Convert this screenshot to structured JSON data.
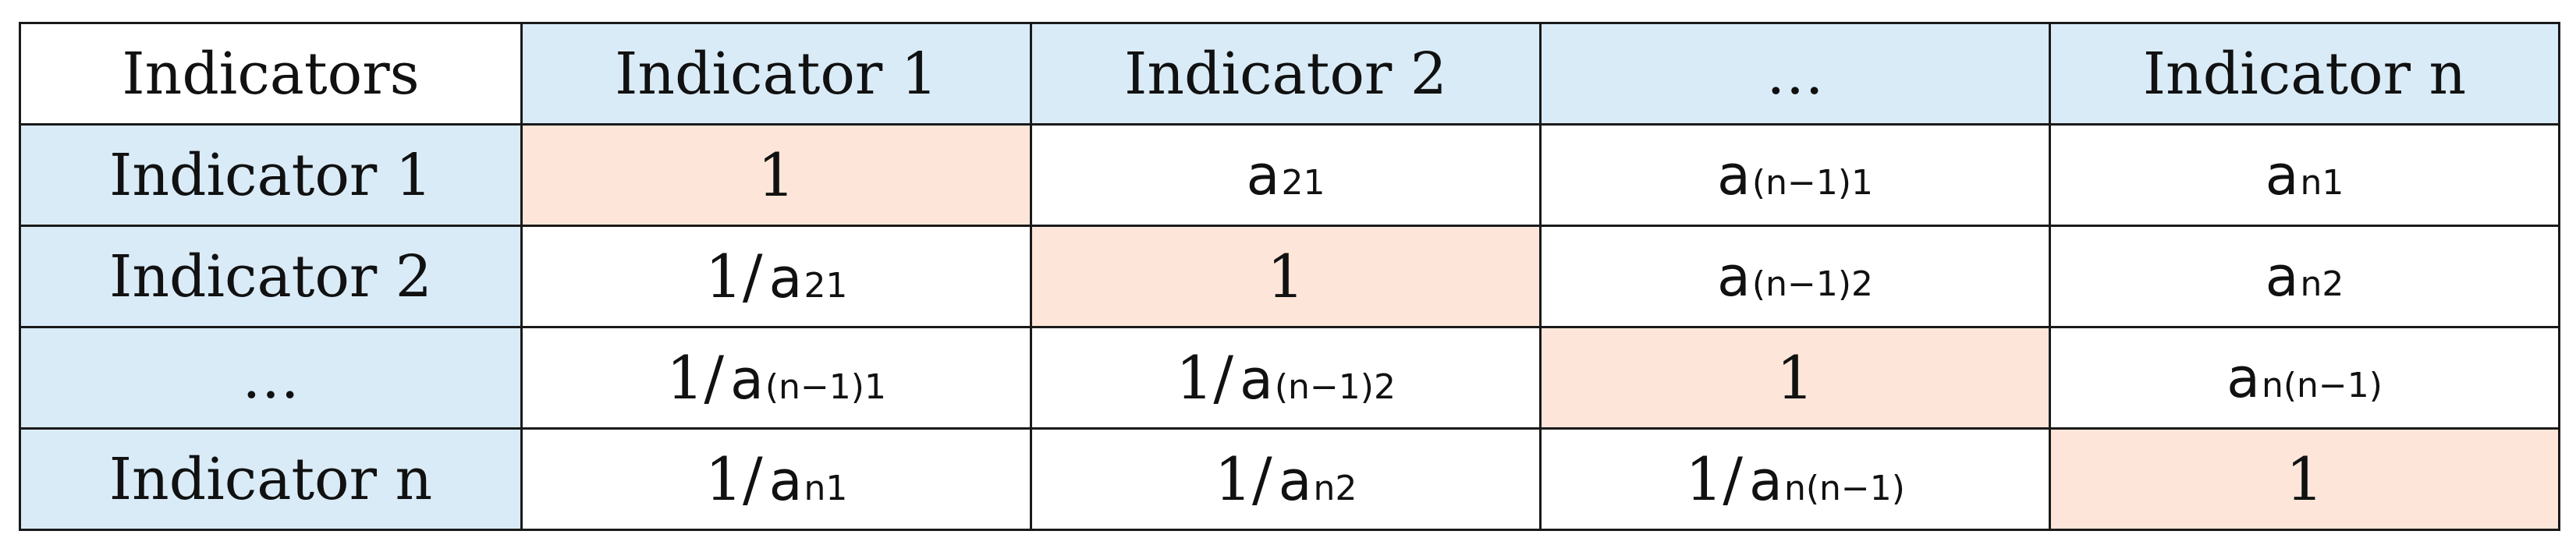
{
  "table": {
    "corner": "Indicators",
    "columns": [
      "Indicator 1",
      "Indicator 2",
      "…",
      "Indicator n"
    ],
    "rows": [
      {
        "label": "Indicator 1",
        "cells": [
          {
            "one": "1"
          },
          {
            "sym": "a",
            "sub": "21"
          },
          {
            "sym": "a",
            "sub": "(n−1)1"
          },
          {
            "sym": "a",
            "sub": "n1"
          }
        ]
      },
      {
        "label": "Indicator 2",
        "cells": [
          {
            "prefix": "1/",
            "sym": "a",
            "sub": "21"
          },
          {
            "one": "1"
          },
          {
            "sym": "a",
            "sub": "(n−1)2"
          },
          {
            "sym": "a",
            "sub": "n2"
          }
        ]
      },
      {
        "label": "…",
        "cells": [
          {
            "prefix": "1/",
            "sym": "a",
            "sub": "(n−1)1"
          },
          {
            "prefix": "1/",
            "sym": "a",
            "sub": "(n−1)2"
          },
          {
            "one": "1"
          },
          {
            "sym": "a",
            "sub": "n(n−1)"
          }
        ]
      },
      {
        "label": "Indicator n",
        "cells": [
          {
            "prefix": "1/",
            "sym": "a",
            "sub": "n1"
          },
          {
            "prefix": "1/",
            "sym": "a",
            "sub": "n2"
          },
          {
            "prefix": "1/",
            "sym": "a",
            "sub": "n(n−1)"
          },
          {
            "one": "1"
          }
        ]
      }
    ]
  }
}
